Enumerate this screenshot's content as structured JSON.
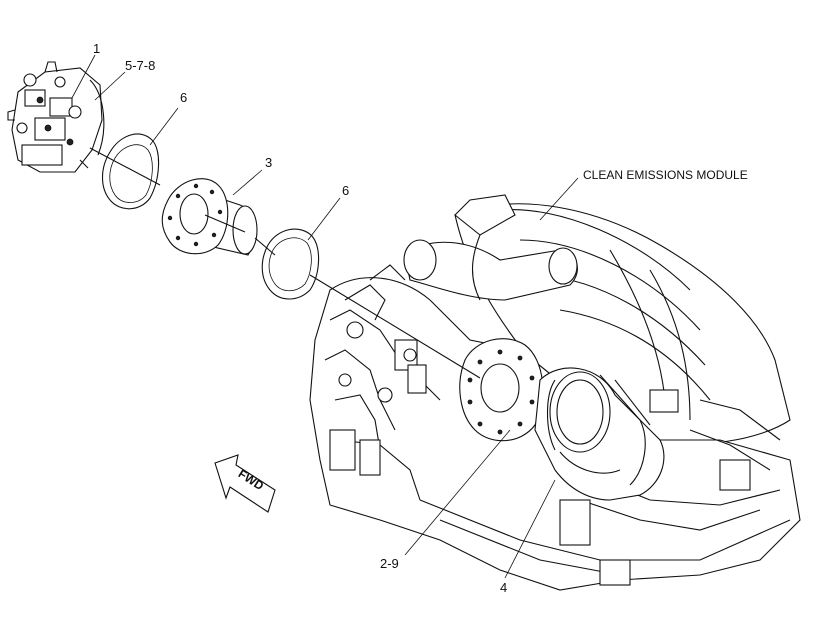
{
  "diagram": {
    "module_label": "CLEAN EMISSIONS MODULE",
    "direction_label": "FWD",
    "callouts": {
      "c1": "1",
      "c578": "5-7-8",
      "c6a": "6",
      "c3": "3",
      "c6b": "6",
      "c29": "2-9",
      "c4": "4"
    }
  }
}
